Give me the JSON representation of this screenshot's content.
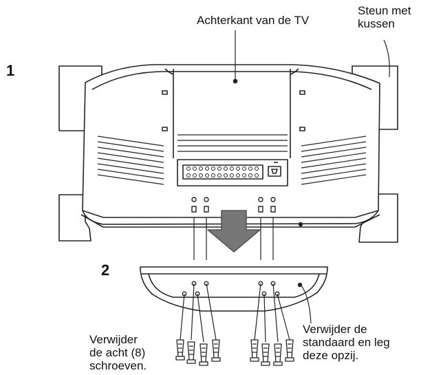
{
  "step_1": "1",
  "step_2": "2",
  "labels": {
    "tv_back": "Achterkant van de TV",
    "support": "Steun met\nkussen",
    "remove_screws": "Verwijder\nde acht (8)\nschroeven.",
    "remove_stand": "Verwijder de\nstandaard en leg\ndeze opzij."
  },
  "colors": {
    "line": "#222222",
    "cushion_fill": "#ffffff",
    "arrow_fill": "#777777"
  }
}
